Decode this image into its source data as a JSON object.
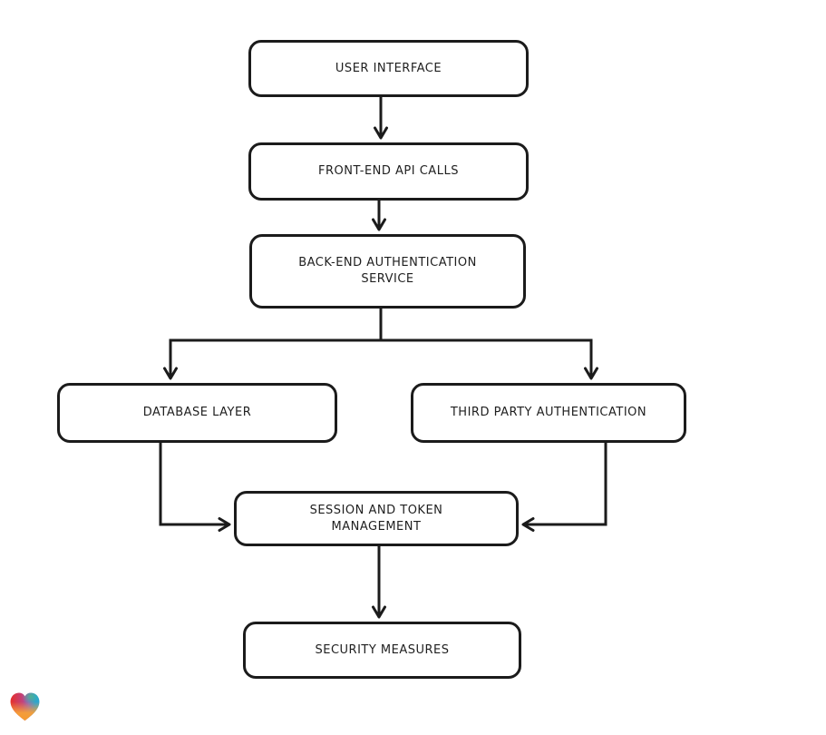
{
  "diagram": {
    "type": "flowchart",
    "nodes": [
      {
        "id": "user-interface",
        "label": "USER INTERFACE"
      },
      {
        "id": "front-end-api-calls",
        "label": "FRONT-END API CALLS"
      },
      {
        "id": "back-end-authentication-service",
        "label": "BACK-END AUTHENTICATION SERVICE"
      },
      {
        "id": "database-layer",
        "label": "DATABASE LAYER"
      },
      {
        "id": "third-party-authentication",
        "label": "THIRD PARTY AUTHENTICATION"
      },
      {
        "id": "session-and-token-management",
        "label": "SESSION AND TOKEN MANAGEMENT"
      },
      {
        "id": "security-measures",
        "label": "SECURITY MEASURES"
      }
    ],
    "edges": [
      {
        "from": "user-interface",
        "to": "front-end-api-calls"
      },
      {
        "from": "front-end-api-calls",
        "to": "back-end-authentication-service"
      },
      {
        "from": "back-end-authentication-service",
        "to": "database-layer"
      },
      {
        "from": "back-end-authentication-service",
        "to": "third-party-authentication"
      },
      {
        "from": "database-layer",
        "to": "session-and-token-management"
      },
      {
        "from": "third-party-authentication",
        "to": "session-and-token-management"
      },
      {
        "from": "session-and-token-management",
        "to": "security-measures"
      }
    ],
    "colors": {
      "background": "#ffffff",
      "node_fill": "#ffffff",
      "stroke": "#1b1b1b",
      "text": "#1f1f1f",
      "logo_red": "#e62e29",
      "logo_purple": "#8f62c0",
      "logo_blue": "#2ba0d8",
      "logo_teal": "#44c08a",
      "logo_orange": "#f7a137"
    },
    "logo": {
      "icon": "gradient-heart-logo"
    }
  }
}
